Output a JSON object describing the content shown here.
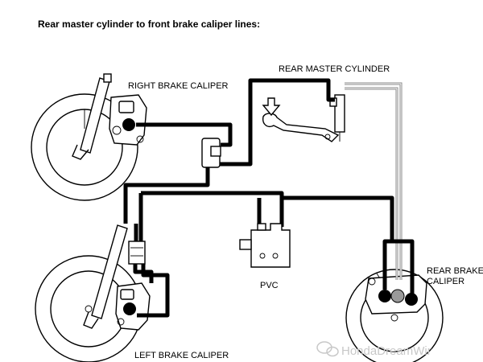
{
  "title": "Rear master cylinder to front brake caliper lines:",
  "labels": {
    "right_brake_caliper": "RIGHT BRAKE CALIPER",
    "rear_master_cylinder": "REAR MASTER CYLINDER",
    "pvc": "PVC",
    "rear_brake_caliper_line1": "REAR BRAKE",
    "rear_brake_caliper_line2": "CALIPER",
    "left_brake_caliper": "LEFT BRAKE CALIPER"
  },
  "watermark": "HondaDreamWir",
  "colors": {
    "line": "#000000",
    "grey_line": "#8a8a8a",
    "watermark": "#c8c8c8",
    "background": "#ffffff"
  }
}
